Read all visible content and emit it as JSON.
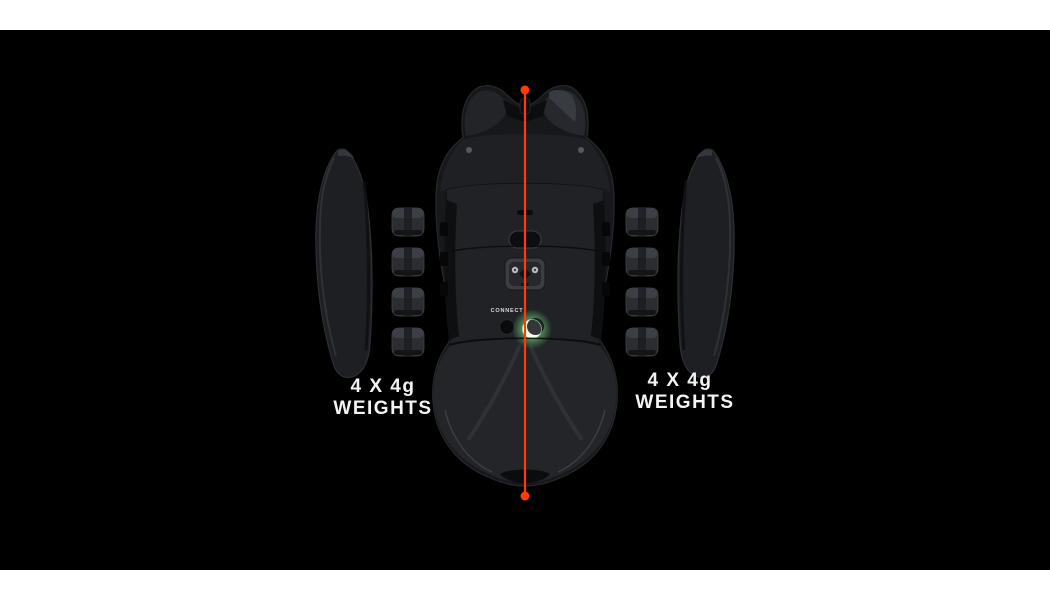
{
  "scene": {
    "type": "product-render",
    "subject": "wireless gaming mouse exploded view with removable side grips and weights",
    "background": "#000000",
    "page_background": "#ffffff"
  },
  "colors": {
    "accent_orange": "#ff3d00",
    "logo_glow_green": "#a9f5a4",
    "label_text": "#f2f3f5",
    "mouse_body_dark": "#17181b"
  },
  "labels": {
    "left_weights": {
      "line1": "4 X 4g",
      "line2": "WEIGHTS"
    },
    "right_weights": {
      "line1": "4 X 4g",
      "line2": "WEIGHTS"
    },
    "connect_button": "CONNECT"
  },
  "components": {
    "weights_per_side": 4,
    "weight_mass": "4g",
    "side_panels": 2
  }
}
